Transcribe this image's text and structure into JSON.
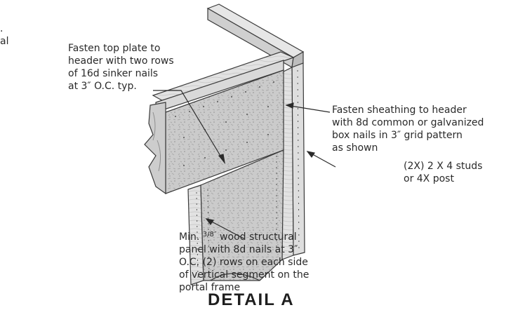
{
  "edge_fragment": {
    "line1": ".",
    "line2": "al"
  },
  "callouts": {
    "top_plate": {
      "lines": [
        "Fasten top plate to",
        "header with two rows",
        "of 16d sinker nails",
        "at 3″ O.C. typ."
      ]
    },
    "sheathing": {
      "lines": [
        "Fasten sheathing to header",
        "with 8d common or galvanized",
        "box nails in 3″ grid pattern",
        "as shown"
      ]
    },
    "studs": {
      "lines": [
        "(2X) 2 X 4 studs",
        "or 4X post"
      ]
    },
    "panel": {
      "prefix": "Min.",
      "fraction": "3/8″",
      "line1_rest": "wood structural",
      "lines": [
        "panel with 8d nails at 3″",
        "O.C. (2) rows on each side",
        "of vertical segment on the",
        "portal frame"
      ]
    }
  },
  "title": "DETAIL A",
  "colors": {
    "outline": "#3a3a3a",
    "wood_light": "#e4e4e4",
    "wood_mid": "#cfcfcf",
    "osb": "#c9c9c9",
    "shadow": "#9a9a9a",
    "nail": "#555555"
  }
}
